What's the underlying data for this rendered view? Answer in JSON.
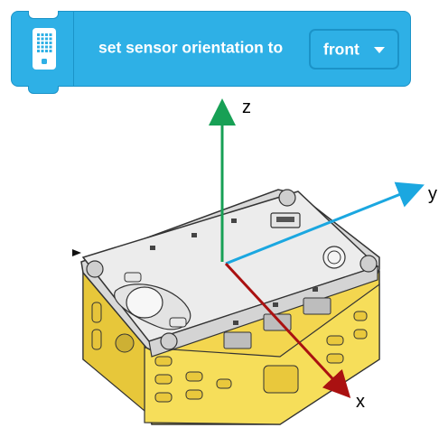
{
  "block": {
    "label": "set sensor orientation to",
    "icon": "hub-icon",
    "color": "#2eb0e6",
    "dropdown": {
      "selected": "front"
    }
  },
  "figure": {
    "device": "hub-device",
    "axes": {
      "x": {
        "label": "x",
        "color": "#aa1111"
      },
      "y": {
        "label": "y",
        "color": "#1ba7e0"
      },
      "z": {
        "label": "z",
        "color": "#17a055"
      }
    }
  }
}
